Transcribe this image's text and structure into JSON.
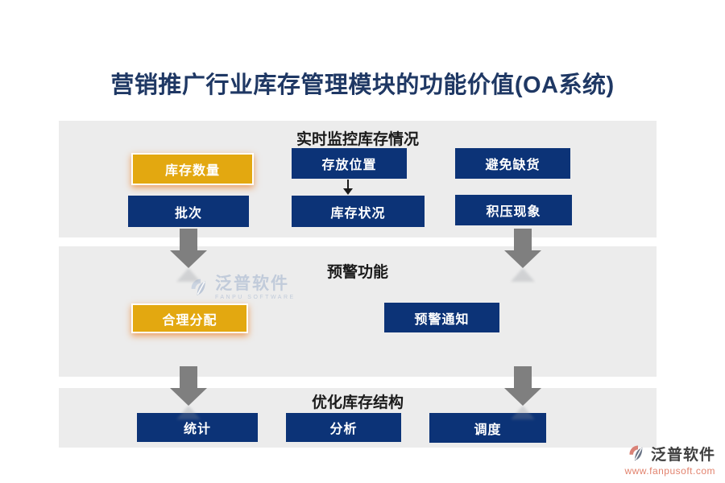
{
  "title": "营销推广行业库存管理模块的功能价值(OA系统)",
  "colors": {
    "title": "#1f3864",
    "section_bg": "#ececec",
    "navy": "#0c3377",
    "gold": "#e3a810",
    "arrow_gray": "#7f7f7f",
    "heading": "#1a1a1a",
    "footer_url": "#e2836e",
    "watermark": "#b7c3d6"
  },
  "sections": [
    {
      "heading": "实时监控库存情况",
      "buttons": [
        {
          "id": "inventory-quantity",
          "label": "库存数量",
          "style": "gold"
        },
        {
          "id": "storage-location",
          "label": "存放位置",
          "style": "navy"
        },
        {
          "id": "avoid-stockout",
          "label": "避免缺货",
          "style": "navy"
        },
        {
          "id": "batch",
          "label": "批次",
          "style": "navy"
        },
        {
          "id": "inventory-status",
          "label": "库存状况",
          "style": "navy"
        },
        {
          "id": "overstock",
          "label": "积压现象",
          "style": "navy"
        }
      ]
    },
    {
      "heading": "预警功能",
      "buttons": [
        {
          "id": "rational-allocation",
          "label": "合理分配",
          "style": "gold"
        },
        {
          "id": "warning-notice",
          "label": "预警通知",
          "style": "navy"
        }
      ]
    },
    {
      "heading": "优化库存结构",
      "buttons": [
        {
          "id": "statistics",
          "label": "统计",
          "style": "navy"
        },
        {
          "id": "analysis",
          "label": "分析",
          "style": "navy"
        },
        {
          "id": "dispatch",
          "label": "调度",
          "style": "navy"
        }
      ]
    }
  ],
  "watermark": {
    "brand": "泛普软件",
    "subtitle": "FANPU SOFTWARE"
  },
  "footer": {
    "brand": "泛普软件",
    "url": "www.fanpusoft.com"
  }
}
